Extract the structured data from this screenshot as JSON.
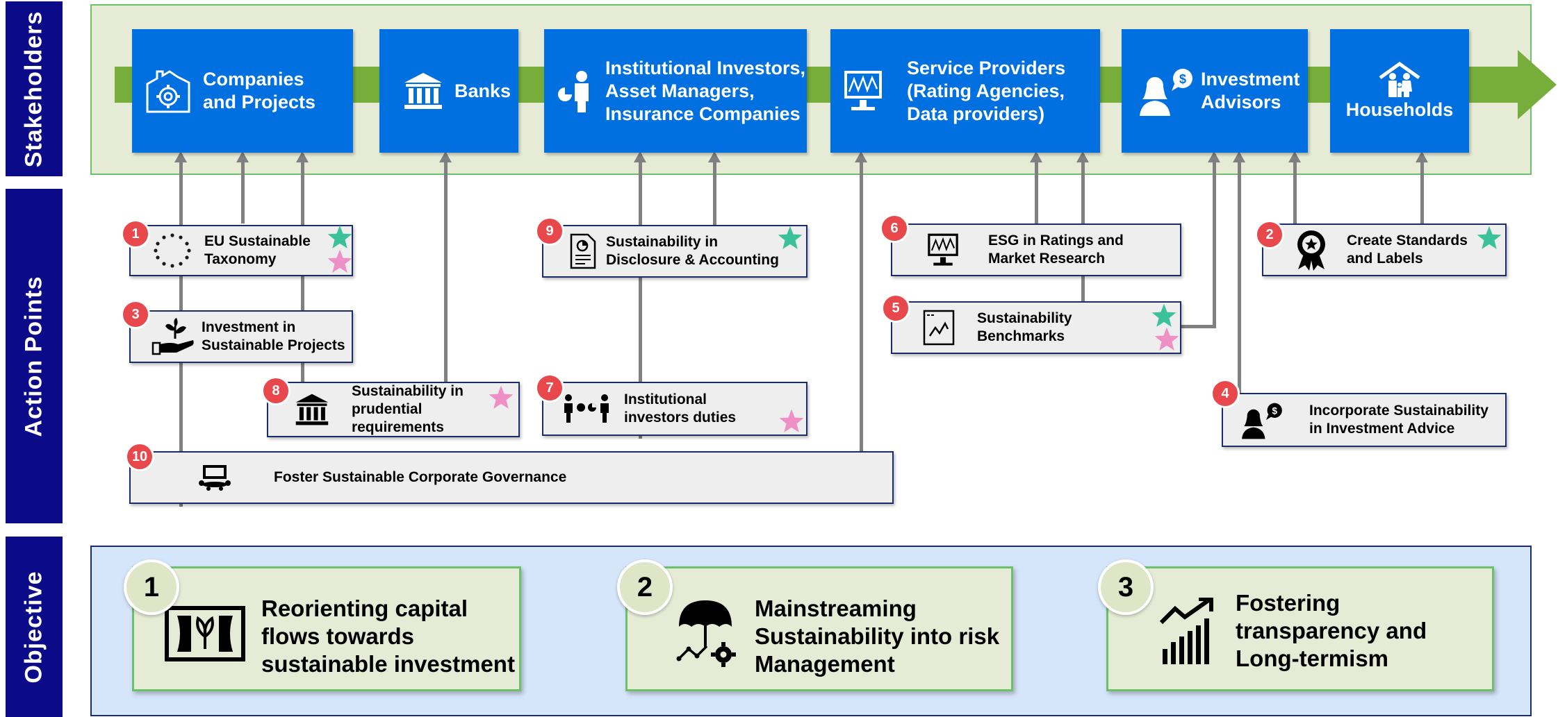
{
  "rows": {
    "stakeholders": "Stakeholders",
    "action_points": "Action Points",
    "objective": "Objective"
  },
  "stakeholders": [
    {
      "label": "Companies\nand Projects",
      "icon": "factory-gear-icon"
    },
    {
      "label": "Banks",
      "icon": "bank-icon"
    },
    {
      "label": "Institutional Investors,\nAsset Managers,\nInsurance Companies",
      "icon": "investor-icon"
    },
    {
      "label": "Service Providers\n(Rating Agencies,\nData providers)",
      "icon": "monitor-chart-icon"
    },
    {
      "label": "Investment\nAdvisors",
      "icon": "advisor-icon"
    },
    {
      "label": "Households",
      "icon": "family-house-icon"
    }
  ],
  "action_points": [
    {
      "number": "1",
      "label": "EU Sustainable\nTaxonomy",
      "icon": "eu-stars-icon"
    },
    {
      "number": "2",
      "label": "Create Standards\nand Labels",
      "icon": "award-badge-icon"
    },
    {
      "number": "3",
      "label": "Investment in\nSustainable Projects",
      "icon": "hand-plant-icon"
    },
    {
      "number": "4",
      "label": "Incorporate Sustainability\nin Investment Advice",
      "icon": "advisor-icon"
    },
    {
      "number": "5",
      "label": "Sustainability\nBenchmarks",
      "icon": "chart-document-icon"
    },
    {
      "number": "6",
      "label": "ESG in Ratings and\nMarket Research",
      "icon": "monitor-chart-icon"
    },
    {
      "number": "7",
      "label": "Institutional\ninvestors duties",
      "icon": "people-charts-icon"
    },
    {
      "number": "8",
      "label": "Sustainability in\nprudential requirements",
      "icon": "bank-icon"
    },
    {
      "number": "9",
      "label": "Sustainability in\nDisclosure & Accounting",
      "icon": "report-document-icon"
    },
    {
      "number": "10",
      "label": "Foster Sustainable Corporate Governance",
      "icon": "boardroom-icon"
    }
  ],
  "objectives": [
    {
      "number": "1",
      "label": "Reorienting capital\nflows towards\nsustainable investment",
      "icon": "money-leaf-icon"
    },
    {
      "number": "2",
      "label": "Mainstreaming\nSustainability into risk\nManagement",
      "icon": "umbrella-risk-icon"
    },
    {
      "number": "3",
      "label": "Fostering\ntransparency and\nLong-termism",
      "icon": "growth-chart-icon"
    }
  ],
  "colors": {
    "stakeholder_box": "#0070e0",
    "side_tab": "#0b0b8a",
    "star_green": "#3cc29a",
    "star_pink": "#ee8fc6",
    "badge_red": "#e8474c",
    "arrow_green": "#77ad3a"
  }
}
